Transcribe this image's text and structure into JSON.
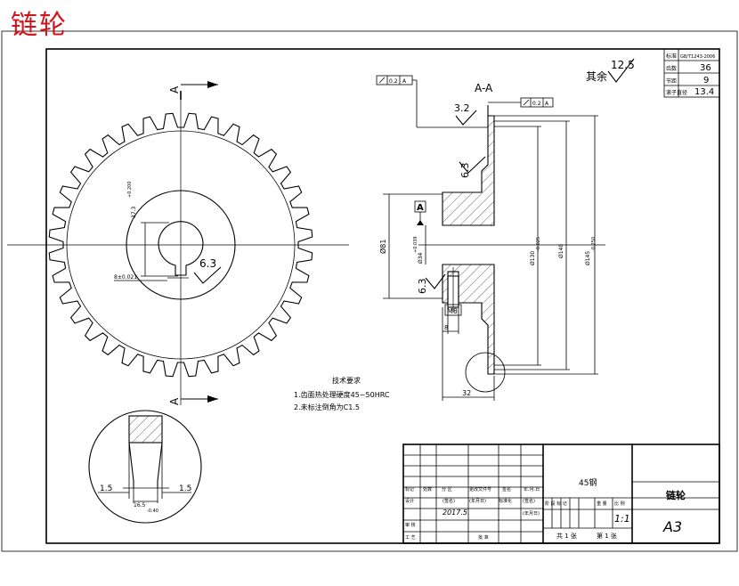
{
  "drawing": {
    "title": "链轮",
    "frame": {
      "spec_rows": [
        {
          "label": "标准",
          "value": "GB/T1243-2006"
        },
        {
          "label": "齿数",
          "value": "36"
        },
        {
          "label": "节距",
          "value": "9"
        },
        {
          "label": "滚子直径",
          "value": "13.4"
        }
      ]
    },
    "surface": {
      "general_label": "其余",
      "general_value": "12.5",
      "face_value": "3.2"
    },
    "section": {
      "label": "A-A",
      "datum": "A",
      "runout_left": "0.2",
      "runout_right": "0.2",
      "runout_ref": "A"
    },
    "dims": {
      "dia81": "Ø81",
      "dia34": "Ø34",
      "dia34_tol": "+0.039",
      "dia130": "Ø130",
      "dia130_tol": "-0.025",
      "dia140": "Ø140",
      "dia145": "Ø145",
      "dia145_tol": "-0.250",
      "len32": "32",
      "m8": "M8",
      "eight": "8",
      "keyway_height": "37.3",
      "keyway_height_tol": "+0.200",
      "keyway_width": "8±0.021",
      "rough_left": "6.3",
      "rough_mid": "6.3",
      "rough_key": "6.3"
    },
    "detail": {
      "left": "1.5",
      "right": "1.5",
      "width": "16.5",
      "width_tol": "-0.40"
    },
    "notes": {
      "heading": "技术要求",
      "line1": "1.齿面热处理硬度45~50HRC",
      "line2": "2.未标注倒角为C1.5"
    },
    "titleblock": {
      "material": "45钢",
      "part_name": "链轮",
      "scale": "1:1",
      "sheet_size": "A3",
      "date": "2017.5.",
      "total_sheets": "共 1 张",
      "sheet_no": "第 1 张",
      "h_mark": "标记",
      "h_count": "处数",
      "h_zone": "分 区",
      "h_docno": "更改文件号",
      "h_sign": "签名",
      "h_date": "年.月.日",
      "r_design": "设计",
      "r_sign1": "(签名)",
      "r_date1": "(年月日)",
      "r_stdz": "标准化",
      "r_sign2": "(签名)",
      "r_date2": "(年月日)",
      "r_review": "审 核",
      "r_process": "工 艺",
      "r_approve": "批 准",
      "stage_label": "阶 段 标 记",
      "weight_label": "重 量",
      "scale_label": "比 例"
    }
  }
}
